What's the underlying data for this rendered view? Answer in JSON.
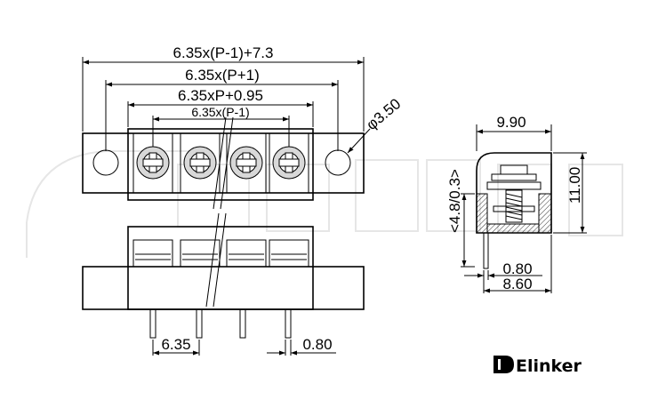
{
  "dimensions": {
    "overall": "6.35x(P-1)+7.3",
    "outer_holes": "6.35x(P+1)",
    "body": "6.35xP+0.95",
    "pitch_span": "6.35x(P-1)",
    "hole_diameter": "φ3.50",
    "pitch": "6.35",
    "pin_width": "0.80",
    "side_width": "9.90",
    "side_height": "11.00",
    "side_inner": "<4.8/0.3>",
    "side_pin_width": "0.80",
    "side_depth": "8.60"
  },
  "brand": {
    "name": "Elinker"
  },
  "colors": {
    "line": "#000000",
    "watermark": "#e6e6e6",
    "screw_fill": "#d8d8d8"
  }
}
